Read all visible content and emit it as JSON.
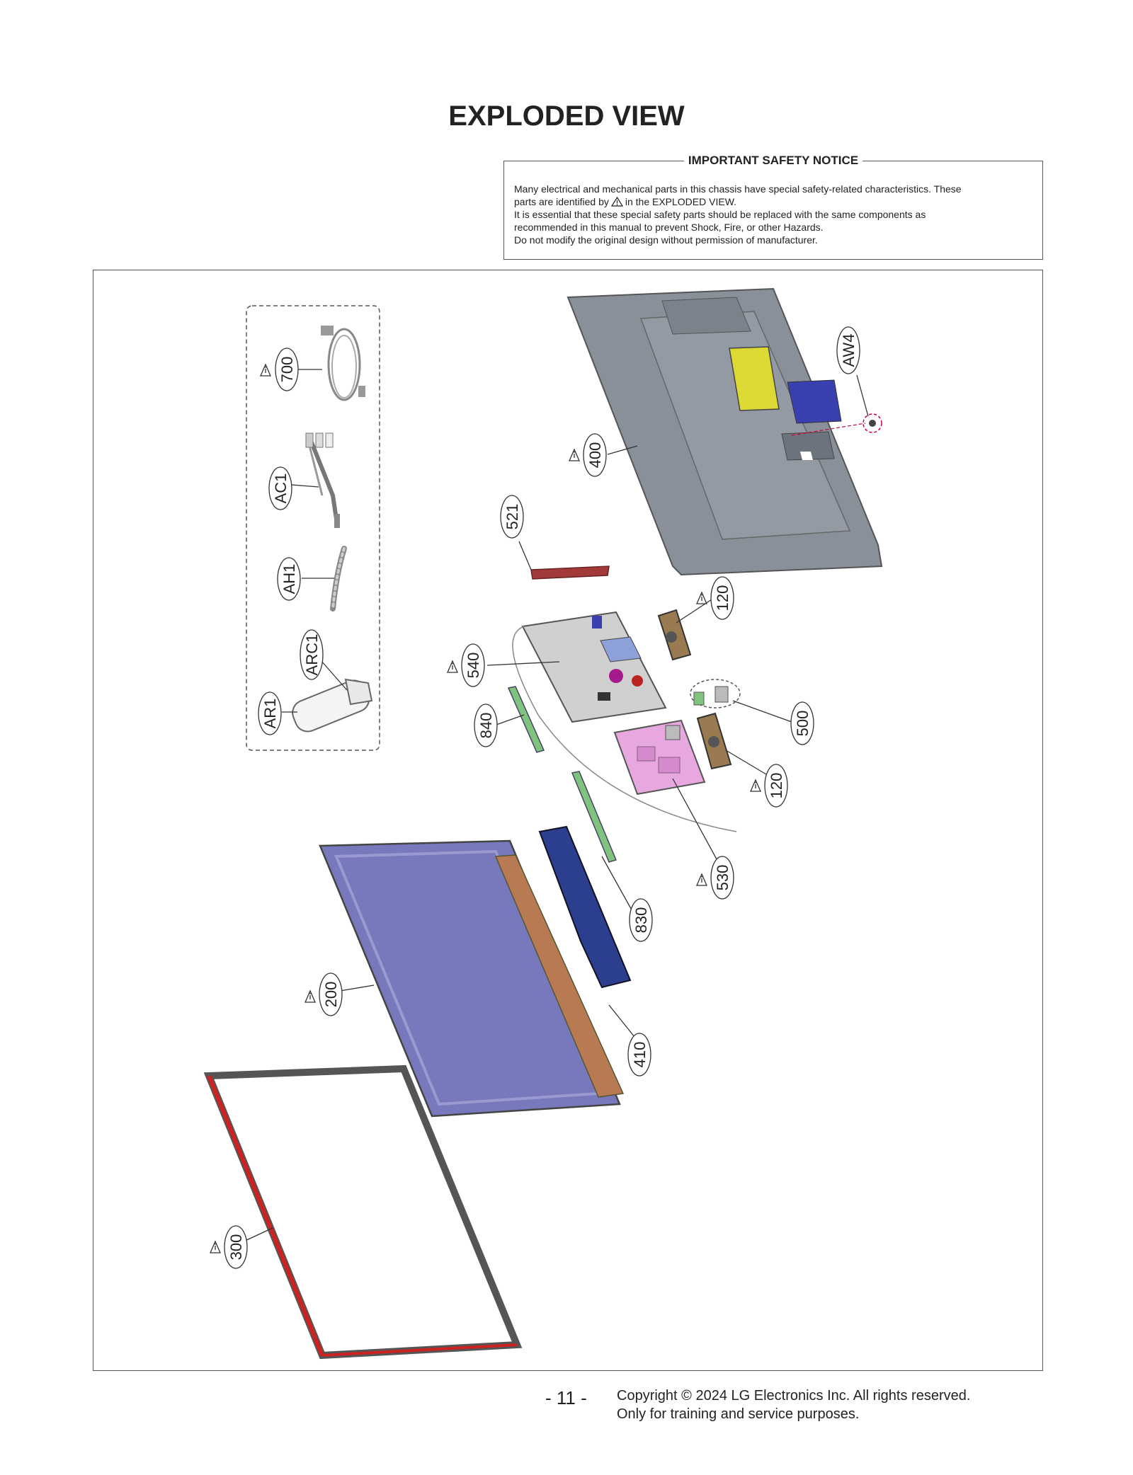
{
  "page": {
    "title": "EXPLODED VIEW",
    "page_number": "- 11 -",
    "copyright_line1": "Copyright © 2024 LG Electronics Inc. All rights reserved.",
    "copyright_line2": "Only for training and service purposes."
  },
  "notice": {
    "title": "IMPORTANT SAFETY NOTICE",
    "line1": "Many electrical and mechanical parts in this chassis have special safety-related characteristics. These",
    "line2_before": "parts are identified by",
    "line2_after": "in the EXPLODED VIEW.",
    "line3": "It is essential that these special safety parts should be replaced with the same components as",
    "line4": "recommended in this manual to prevent Shock, Fire, or other Hazards.",
    "line5": "Do not modify the original design without permission of manufacturer."
  },
  "labels": {
    "p700": "700",
    "pAC1": "AC1",
    "pAH1": "AH1",
    "pARC1": "ARC1",
    "pAR1": "AR1",
    "p400": "400",
    "pAW4": "AW4",
    "p521": "521",
    "p120a": "120",
    "p540": "540",
    "p840": "840",
    "p500": "500",
    "p120b": "120",
    "p530": "530",
    "p830": "830",
    "p200": "200",
    "p410": "410",
    "p300": "300"
  },
  "colors": {
    "back_cover": "#8a9099",
    "panel": "#7878bd",
    "guide_brown": "#b87a52",
    "bracket_blue": "#2c3f8f",
    "psu_pink": "#e6a8de",
    "board_gray": "#d0d0d0",
    "front_red": "#cc2222"
  }
}
